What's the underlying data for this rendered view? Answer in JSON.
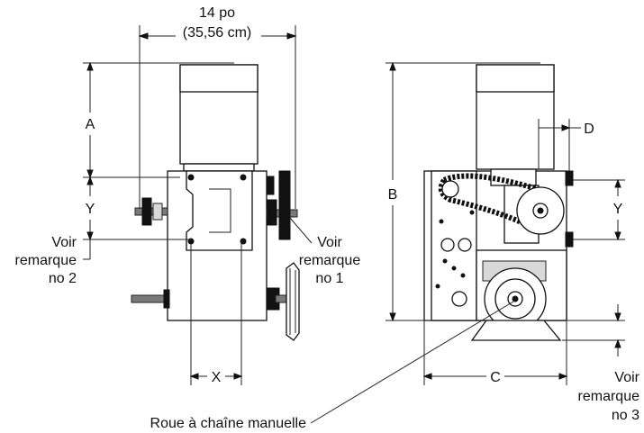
{
  "labels": {
    "width_in": "14 po",
    "width_cm": "(35,56 cm)",
    "dim_a": "A",
    "dim_y_left": "Y",
    "dim_x": "X",
    "dim_b": "B",
    "dim_c": "C",
    "dim_d": "D",
    "dim_y_right": "Y",
    "note2_line1": "Voir",
    "note2_line2": "remarque",
    "note2_line3": "no 2",
    "note1_line1": "Voir",
    "note1_line2": "remarque",
    "note1_line3": "no 1",
    "note3_line1": "Voir",
    "note3_line2": "remarque",
    "note3_line3": "no 3",
    "manual_wheel": "Roue à chaîne manuelle"
  }
}
